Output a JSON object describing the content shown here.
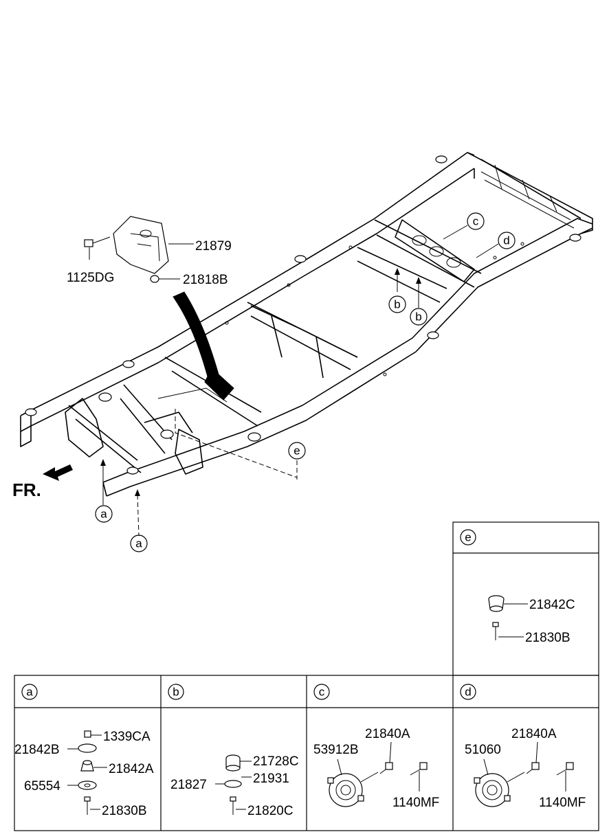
{
  "labels": {
    "front": "FR.",
    "part_21879": "21879",
    "part_1125DG": "1125DG",
    "part_21818B": "21818B"
  },
  "callouts": {
    "a1": "a",
    "a2": "a",
    "b1": "b",
    "b2": "b",
    "c": "c",
    "d": "d",
    "e": "e"
  },
  "panels": {
    "e": {
      "letter": "e",
      "parts": [
        "21842C",
        "21830B"
      ]
    },
    "a": {
      "letter": "a",
      "parts": [
        "1339CA",
        "21842B",
        "21842A",
        "65554",
        "21830B"
      ]
    },
    "b": {
      "letter": "b",
      "parts": [
        "21728C",
        "21827",
        "21931",
        "21820C"
      ]
    },
    "c": {
      "letter": "c",
      "parts": [
        "21840A",
        "53912B",
        "1140MF"
      ]
    },
    "d": {
      "letter": "d",
      "parts": [
        "21840A",
        "51060",
        "1140MF"
      ]
    }
  }
}
